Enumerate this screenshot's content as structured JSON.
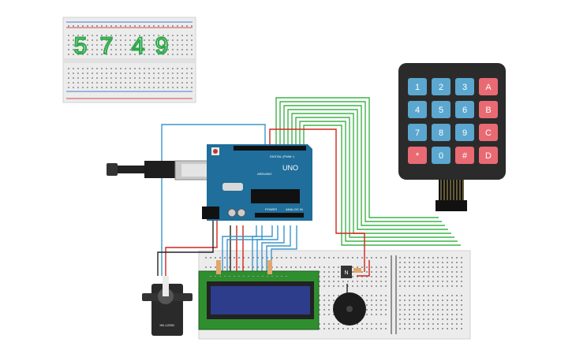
{
  "segment_display": {
    "digits": [
      "5",
      "7",
      "4",
      "9"
    ],
    "color": "#2ea84a"
  },
  "arduino": {
    "board_label": "UNO",
    "brand_label": "ARDUINO",
    "digital_label": "DIGITAL (PWM~)",
    "power_label": "POWER",
    "analog_label": "ANALOG IN",
    "color": "#1f6e9b"
  },
  "keypad": {
    "keys": [
      [
        "1",
        "2",
        "3",
        "A"
      ],
      [
        "4",
        "5",
        "6",
        "B"
      ],
      [
        "7",
        "8",
        "9",
        "C"
      ],
      [
        "*",
        "0",
        "#",
        "D"
      ]
    ],
    "number_key_color": "#5ba7cf",
    "letter_key_color": "#e96a73"
  },
  "transistor": {
    "label": "N"
  },
  "servo": {
    "label": "HD-1225C"
  },
  "wire_colors": {
    "green": "#3fb34a",
    "red": "#d0261d",
    "blue": "#3c96cc",
    "black": "#222222"
  }
}
